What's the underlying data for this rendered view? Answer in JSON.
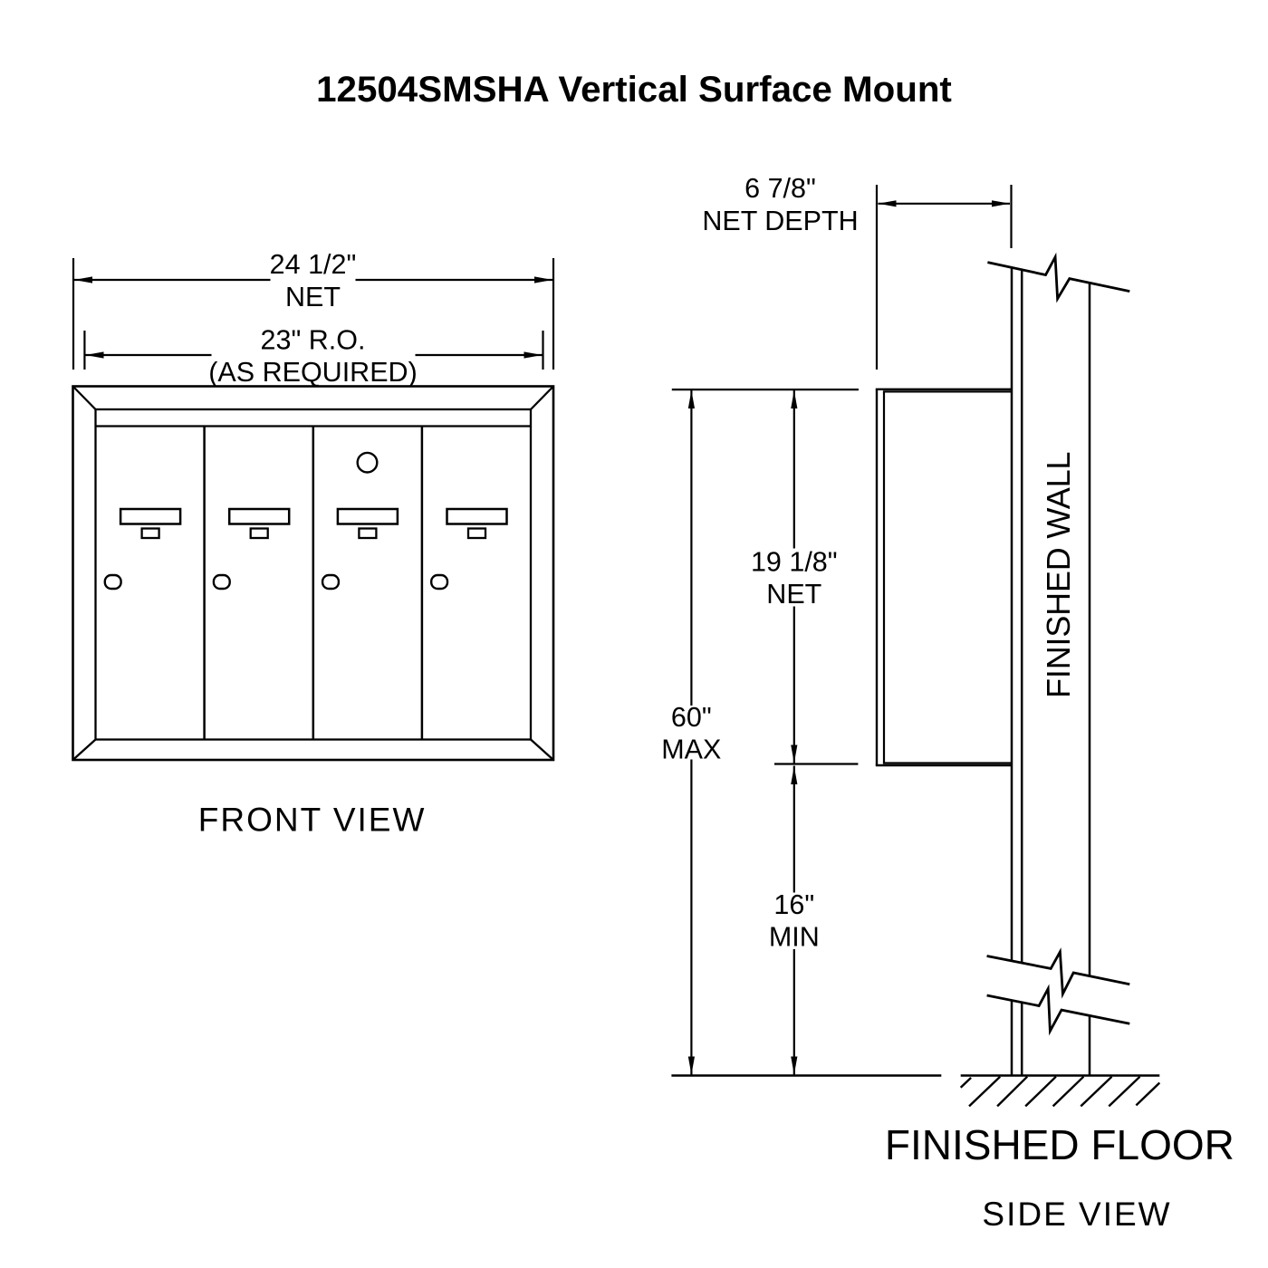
{
  "title": "12504SMSHA Vertical Surface Mount",
  "front_view": {
    "label": "FRONT VIEW",
    "compartments": 4,
    "dim_net_width": {
      "line1": "24 1/2\"",
      "line2": "NET"
    },
    "dim_rough_opening": {
      "line1": "23\" R.O.",
      "line2": "(AS REQUIRED)"
    }
  },
  "side_view": {
    "label": "SIDE VIEW",
    "wall_label": "FINISHED WALL",
    "floor_label": "FINISHED FLOOR",
    "dim_net_depth": {
      "line1": "6 7/8\"",
      "line2": "NET DEPTH"
    },
    "dim_max_height": {
      "line1": "60\"",
      "line2": "MAX"
    },
    "dim_net_height": {
      "line1": "19 1/8\"",
      "line2": "NET"
    },
    "dim_min_height": {
      "line1": "16\"",
      "line2": "MIN"
    }
  },
  "colors": {
    "line": "#000000",
    "background": "#ffffff"
  }
}
